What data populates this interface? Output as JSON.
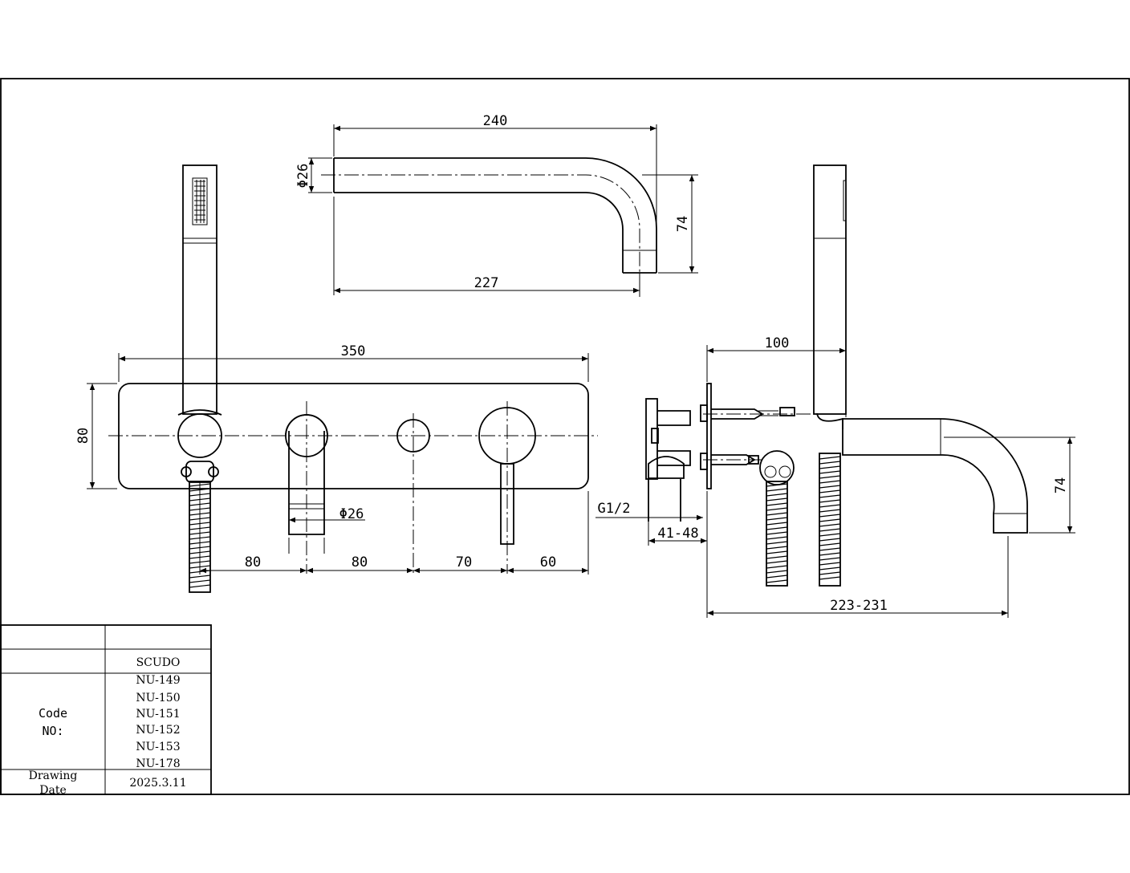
{
  "dimensions": {
    "spout_length_outer": "240",
    "spout_length_inner": "227",
    "spout_diameter": "Φ26",
    "spout_drop": "74",
    "plate_width": "350",
    "plate_height": "80",
    "spout_pipe_diameter": "Φ26",
    "spacing_1": "80",
    "spacing_2": "80",
    "spacing_3": "70",
    "spacing_4": "60",
    "side_handshower_offset": "100",
    "side_thread": "G1/2",
    "side_wall_depth": "41-48",
    "side_spout_drop": "74",
    "side_total_depth": "223-231"
  },
  "title_block": {
    "product_name": "SCUDO",
    "code_label": "Code",
    "no_label": "NO:",
    "codes": [
      "NU-149",
      "NU-150",
      "NU-151",
      "NU-152",
      "NU-153",
      "NU-178"
    ],
    "drawing_label_1": "Drawing",
    "drawing_label_2": "Date",
    "drawing_date": "2025.3.11"
  }
}
